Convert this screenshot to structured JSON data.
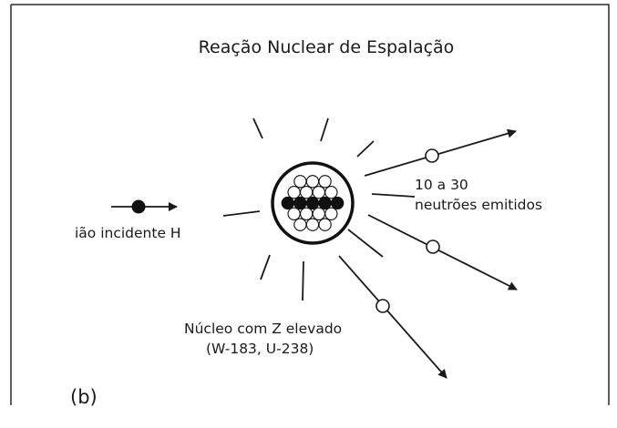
{
  "diagram": {
    "title": "Reação Nuclear de Espalação",
    "projectile_label": "ião incidente H",
    "neutrons_label_line1": "10 a 30",
    "neutrons_label_line2": "neutrões emitidos",
    "nucleus_label_line1": "Núcleo com Z elevado",
    "nucleus_label_line2": "(W-183, U-238)",
    "panel_label": "(b)",
    "colors": {
      "ink": "#1a1a1a",
      "frame": "#2a2a2a",
      "background": "#ffffff",
      "neutron_fill": "#ffffff",
      "proton_fill": "#111111"
    }
  }
}
